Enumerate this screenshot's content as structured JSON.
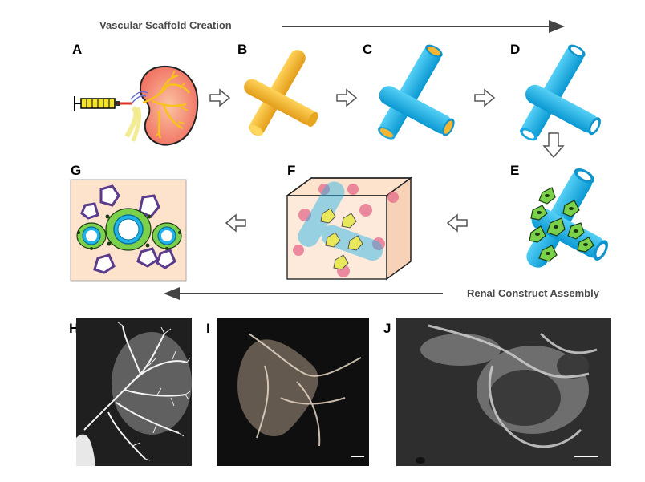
{
  "headers": {
    "top": "Vascular Scaffold Creation",
    "bottom": "Renal Construct Assembly"
  },
  "panels": {
    "A": "A",
    "B": "B",
    "C": "C",
    "D": "D",
    "E": "E",
    "F": "F",
    "G": "G",
    "H": "H",
    "I": "I",
    "J": "J"
  },
  "colors": {
    "scaffold_yellow": "#f2b632",
    "scaffold_blue": "#1eb4ea",
    "cell_green": "#7bd14a",
    "kidney_red": "#f07060",
    "matrix_peach": "#fde2cc",
    "podocyte_purple": "#5a3b8c"
  }
}
